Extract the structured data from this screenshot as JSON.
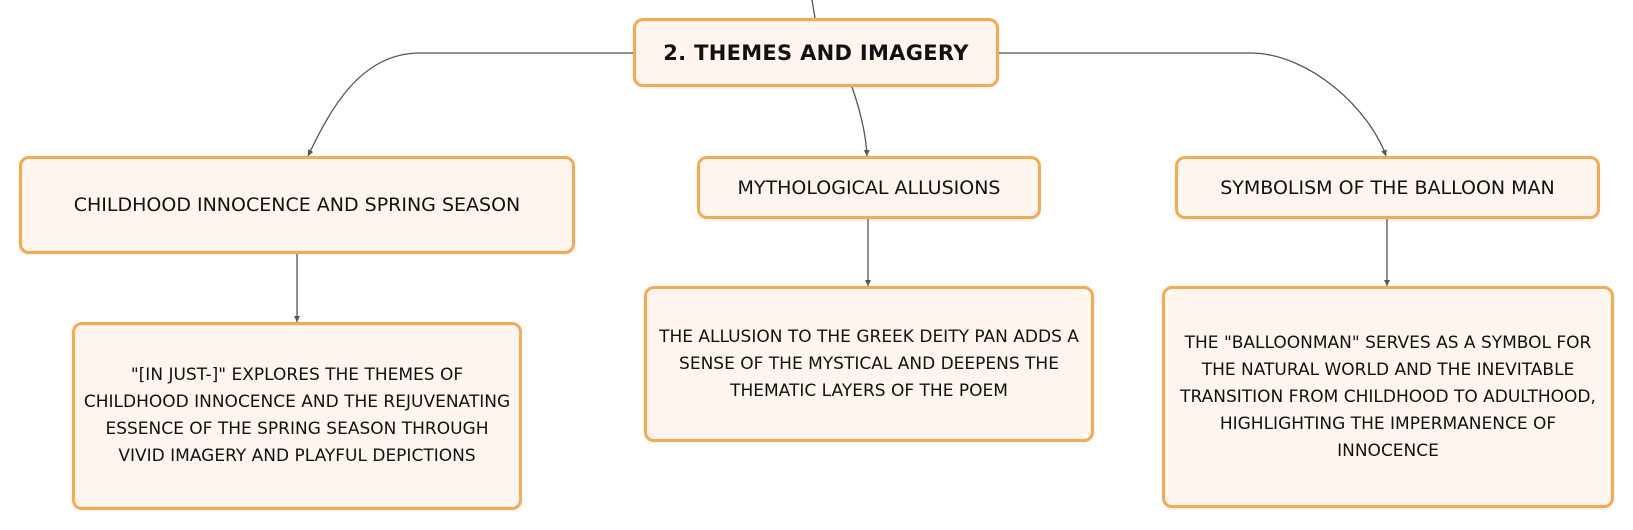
{
  "mindmap": {
    "root": {
      "title": "2. THEMES AND IMAGERY"
    },
    "branches": [
      {
        "label": "CHILDHOOD INNOCENCE AND SPRING SEASON",
        "detail": "\"[IN JUST-]\" EXPLORES THE THEMES OF CHILDHOOD INNOCENCE AND THE REJUVENATING ESSENCE OF THE SPRING SEASON THROUGH VIVID IMAGERY AND PLAYFUL DEPICTIONS"
      },
      {
        "label": "MYTHOLOGICAL ALLUSIONS",
        "detail": "THE ALLUSION TO THE GREEK DEITY PAN ADDS A SENSE OF THE MYSTICAL AND DEEPENS THE THEMATIC LAYERS OF THE POEM"
      },
      {
        "label": "SYMBOLISM OF THE BALLOON MAN",
        "detail": "THE \"BALLOONMAN\" SERVES AS A SYMBOL FOR THE NATURAL WORLD AND THE INEVITABLE TRANSITION FROM CHILDHOOD TO ADULTHOOD, HIGHLIGHTING THE IMPERMANENCE OF INNOCENCE"
      }
    ]
  },
  "colors": {
    "node_border": "#f2aa55",
    "node_fill": "#fdf5ee",
    "connector": "#555555",
    "text": "#111111"
  }
}
